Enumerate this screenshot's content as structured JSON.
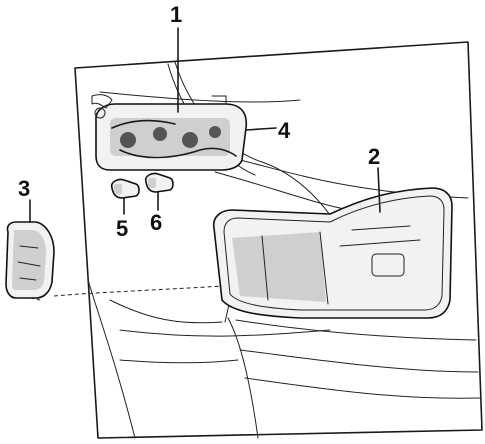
{
  "callouts": {
    "c1": "1",
    "c2": "2",
    "c3": "3",
    "c4": "4",
    "c5": "5",
    "c6": "6"
  },
  "colors": {
    "ink": "#1a1a1a",
    "paper": "#ffffff",
    "shade": "#cfcfcf"
  }
}
